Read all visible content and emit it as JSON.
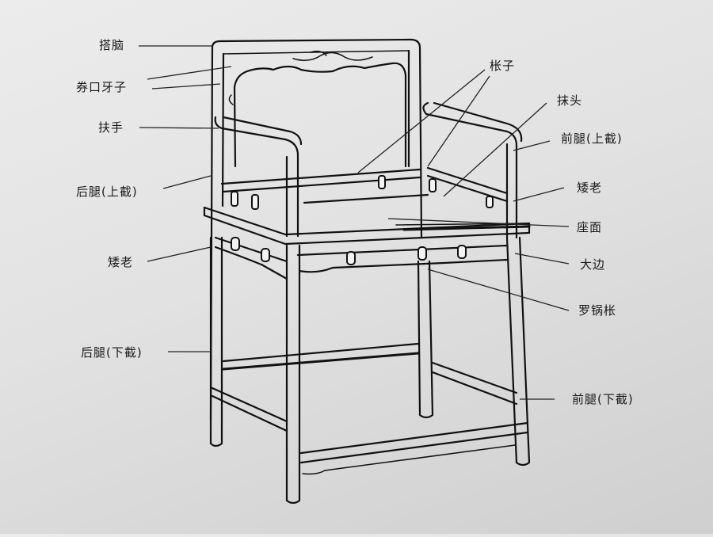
{
  "diagram": {
    "subject": "Chinese armchair (玫瑰椅) structure",
    "labels": [
      {
        "id": "dana",
        "text": "搭脑",
        "side": "left"
      },
      {
        "id": "quankou-yazi",
        "text": "券口牙子",
        "side": "left"
      },
      {
        "id": "fushou",
        "text": "扶手",
        "side": "left"
      },
      {
        "id": "houtui-shangjie",
        "text": "后腿(上截)",
        "side": "left"
      },
      {
        "id": "ailao-left",
        "text": "矮老",
        "side": "left"
      },
      {
        "id": "houtui-xiajie",
        "text": "后腿(下截)",
        "side": "left"
      },
      {
        "id": "zhangzi",
        "text": "枨子",
        "side": "right"
      },
      {
        "id": "motou",
        "text": "抹头",
        "side": "right"
      },
      {
        "id": "qiantui-shangjie",
        "text": "前腿(上截)",
        "side": "right"
      },
      {
        "id": "ailao-right",
        "text": "矮老",
        "side": "right"
      },
      {
        "id": "zuomian",
        "text": "座面",
        "side": "right"
      },
      {
        "id": "dabian",
        "text": "大边",
        "side": "right"
      },
      {
        "id": "luoguozhang",
        "text": "罗锅枨",
        "side": "right"
      },
      {
        "id": "qiantui-xiajie",
        "text": "前腿(下截)",
        "side": "right"
      }
    ]
  }
}
